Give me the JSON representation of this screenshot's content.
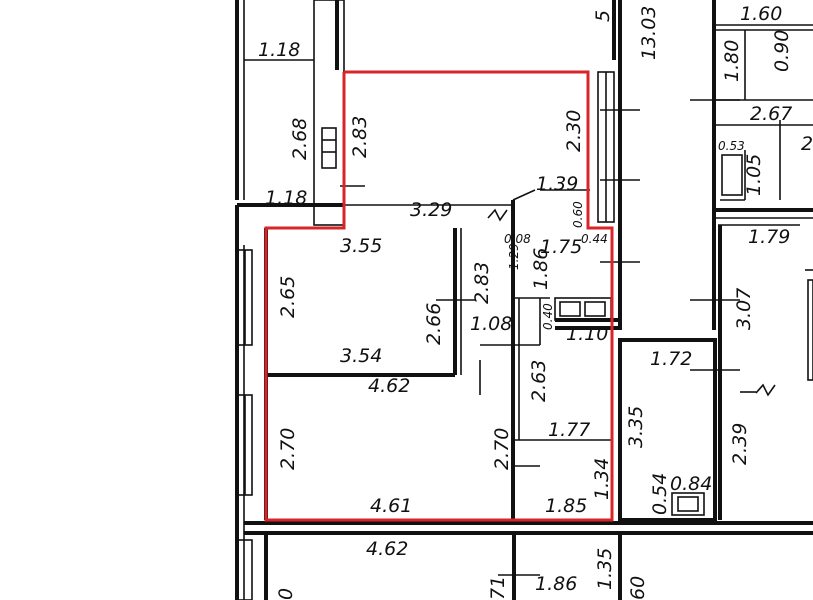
{
  "colors": {
    "wall": "#111111",
    "outline": "#d6262a",
    "background": "#ffffff"
  },
  "dims": {
    "d1": "1.18",
    "d2": "2.68",
    "d3": "2.83",
    "d4": "1.18",
    "d5": "3.29",
    "d6": "2.30",
    "d7": "1.39",
    "d8": "0.60",
    "d9": "0.44",
    "d10": "0.08",
    "d11": "1.29",
    "d12": "1.86",
    "d13": "1.75",
    "d14": "3.55",
    "d15": "2.65",
    "d16": "2.66",
    "d17": "2.83",
    "d18": "1.08",
    "d19": "0.40",
    "d20": "1.10",
    "d21": "3.54",
    "d22": "4.62",
    "d23": "2.63",
    "d24": "2.70",
    "d25": "2.70",
    "d26": "1.77",
    "d27": "1.34",
    "d28": "4.61",
    "d29": "1.85",
    "d30": "4.62",
    "d31": "1.86",
    "d32": "1.35",
    "d33": "13.03",
    "d34": "1.60",
    "d35": "1.80",
    "d36": "0.90",
    "d37": "2.67",
    "d38": "0.53",
    "d39": "1.05",
    "d40": "1.79",
    "d41": "3.07",
    "d42": "1.72",
    "d43": "3.35",
    "d44": "2.39",
    "d45": "0.54",
    "d46": "0.84",
    "d47": "2",
    "d48": "60",
    "d49": "71",
    "d50": "0",
    "d51": "5"
  }
}
